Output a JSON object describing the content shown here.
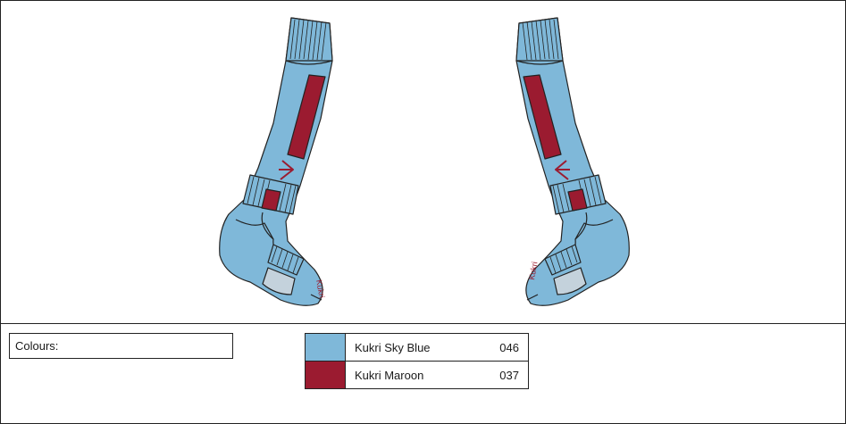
{
  "colours_label": "Colours:",
  "colours": [
    {
      "name": "Kukri Sky Blue",
      "code": "046",
      "hex": "#7fb8d9"
    },
    {
      "name": "Kukri Maroon",
      "code": "037",
      "hex": "#9b1b30"
    }
  ],
  "logo_text": "Kukri"
}
